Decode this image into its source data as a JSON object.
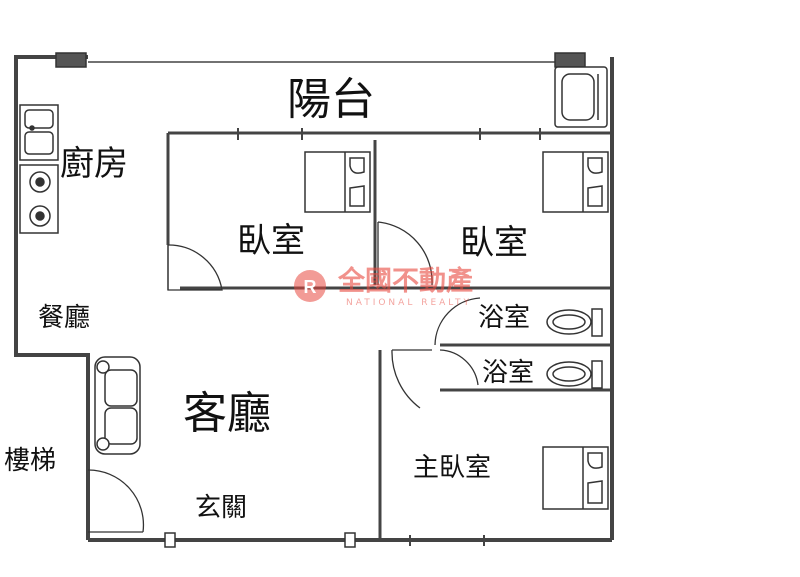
{
  "rooms": {
    "balcony": "陽台",
    "kitchen": "廚房",
    "bedroom_left": "臥室",
    "bedroom_right": "臥室",
    "dining": "餐廳",
    "bath_top": "浴室",
    "bath_bottom": "浴室",
    "living": "客廳",
    "stairs": "樓梯",
    "master_bedroom": "主臥室",
    "entrance": "玄關"
  },
  "watermark": {
    "name": "全國不動產",
    "english": "NATIONAL REALTY",
    "color": "#e8493f"
  },
  "colors": {
    "wall": "#444444",
    "fixture": "#333333"
  }
}
